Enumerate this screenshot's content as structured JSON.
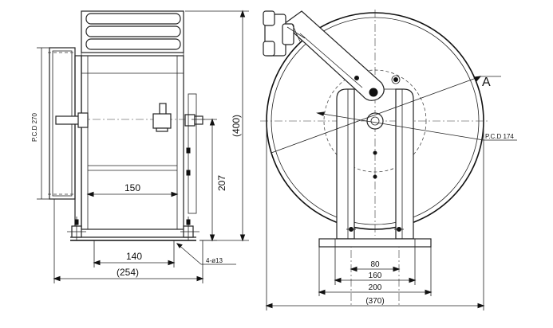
{
  "side_view": {
    "dim_pcd_270": "P.C.D 270",
    "dim_150": "150",
    "dim_207": "207",
    "dim_400": "(400)",
    "dim_140": "140",
    "dim_254": "(254)",
    "dim_holes": "4-ø13"
  },
  "front_view": {
    "section_mark": "A",
    "dim_pcd_174": "P.C.D 174",
    "dim_80": "80",
    "dim_160": "160",
    "dim_200": "200",
    "dim_370": "(370)"
  }
}
